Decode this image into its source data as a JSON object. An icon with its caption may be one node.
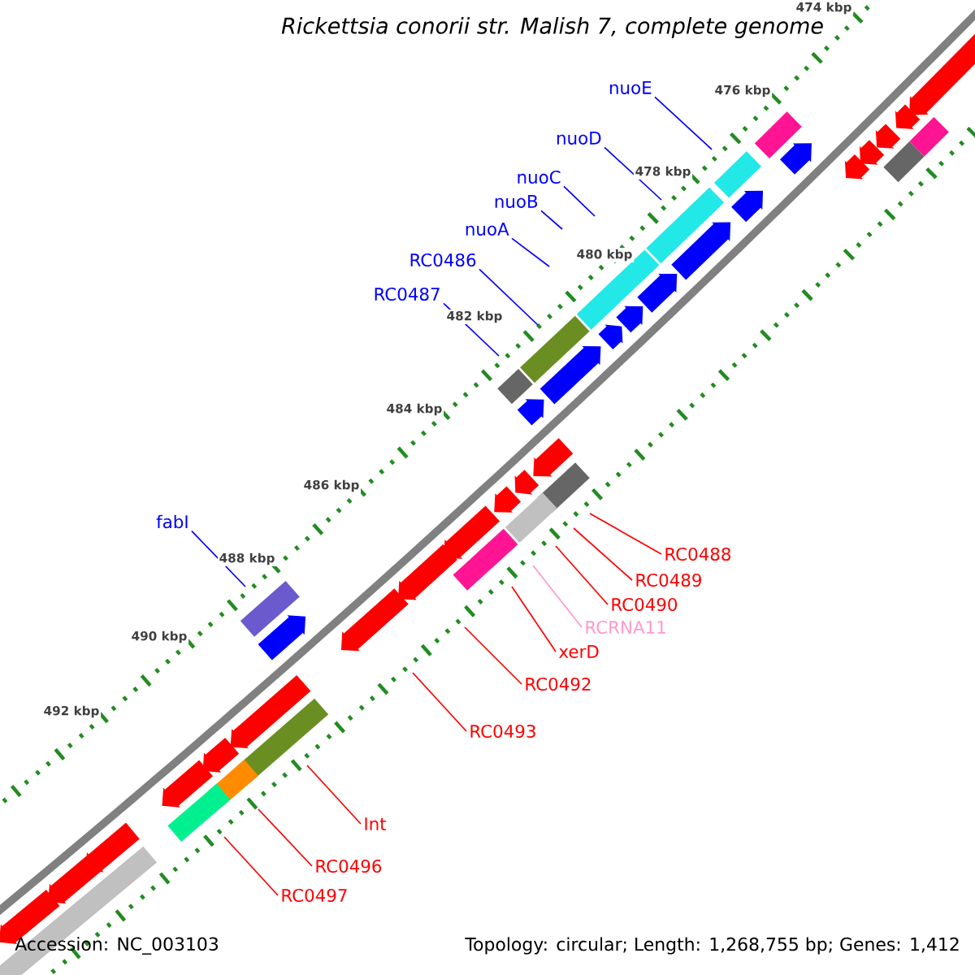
{
  "diagram": {
    "title": "Rickettsia conorii str. Malish 7, complete genome",
    "nodes": [
      {
        "text": [
          "nuoE"
        ]
      },
      {
        "text": [
          "nuoD"
        ]
      },
      {
        "text": [
          "nuoC"
        ]
      },
      {
        "text": [
          "nuoB"
        ]
      },
      {
        "text": [
          "nuoA"
        ]
      },
      {
        "text": [
          "RC0486"
        ]
      },
      {
        "text": [
          "RC0487"
        ]
      },
      {
        "text": [
          "fabI"
        ]
      },
      {
        "text": [
          "RC0488"
        ]
      },
      {
        "text": [
          "RC0489"
        ]
      },
      {
        "text": [
          "RC0490"
        ]
      },
      {
        "text": [
          "RCRNA11"
        ]
      },
      {
        "text": [
          "xerD"
        ]
      },
      {
        "text": [
          "RC0492"
        ]
      },
      {
        "text": [
          "RC0493"
        ]
      },
      {
        "text": [
          "Int"
        ]
      },
      {
        "text": [
          "RC0496"
        ]
      },
      {
        "text": [
          "RC0497"
        ]
      }
    ],
    "edges": [
      {
        "from": 0,
        "to": null,
        "arrow": "none",
        "color": "#0000ff"
      },
      {
        "from": 1,
        "to": null,
        "arrow": "none",
        "color": "#0000ff"
      },
      {
        "from": 2,
        "to": null,
        "arrow": "none",
        "color": "#0000ff"
      },
      {
        "from": 3,
        "to": null,
        "arrow": "none",
        "color": "#0000ff"
      },
      {
        "from": 4,
        "to": null,
        "arrow": "none",
        "color": "#0000ff"
      },
      {
        "from": 5,
        "to": null,
        "arrow": "none",
        "color": "#0000ff"
      },
      {
        "from": 6,
        "to": null,
        "arrow": "none",
        "color": "#0000ff"
      },
      {
        "from": 7,
        "to": null,
        "arrow": "none",
        "color": "#0000ff"
      },
      {
        "from": 8,
        "to": null,
        "arrow": "none"
      },
      {
        "from": 9,
        "to": null,
        "arrow": "none"
      },
      {
        "from": 10,
        "to": null,
        "arrow": "none"
      },
      {
        "from": 11,
        "to": null,
        "arrow": "none",
        "color": "#ff99cc"
      },
      {
        "from": 12,
        "to": null,
        "arrow": "none"
      },
      {
        "from": 13,
        "to": null,
        "arrow": "none"
      },
      {
        "from": 14,
        "to": null,
        "arrow": "none"
      },
      {
        "from": 15,
        "to": null,
        "arrow": "none"
      },
      {
        "from": 16,
        "to": null,
        "arrow": "none"
      },
      {
        "from": 17,
        "to": null,
        "arrow": "none"
      }
    ],
    "labels": [
      "474 kbp",
      "476 kbp",
      "478 kbp",
      "480 kbp",
      "482 kbp",
      "484 kbp",
      "486 kbp",
      "488 kbp",
      "490 kbp",
      "492 kbp",
      "Accession: NC_003103",
      "Topology: circular; Length: 1,268,755 bp; Genes: 1,412"
    ]
  }
}
